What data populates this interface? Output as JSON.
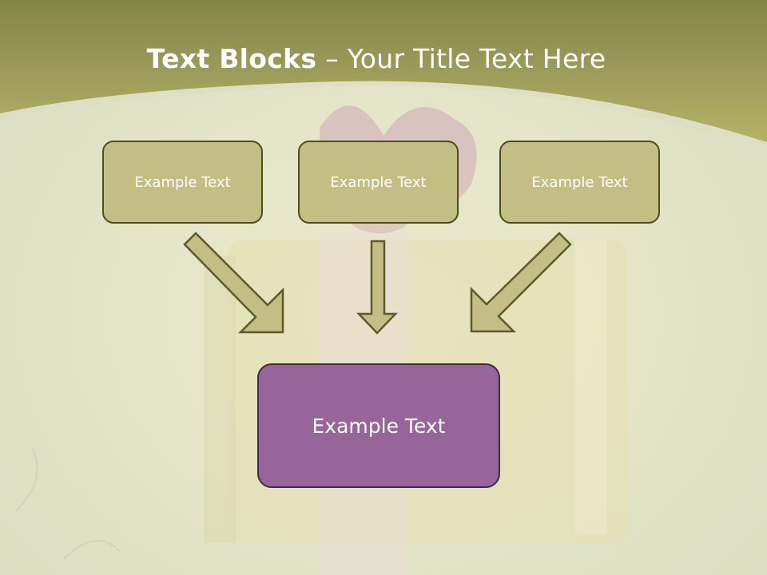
{
  "title": {
    "bold": "Text Blocks",
    "separator": " – ",
    "normal": "Your Title Text Here"
  },
  "blocks": [
    {
      "label": "Example Text"
    },
    {
      "label": "Example Text"
    },
    {
      "label": "Example Text"
    }
  ],
  "main_block": {
    "label": "Example Text"
  },
  "colors": {
    "header": "#8f8f4a",
    "header_light": "#b8b56a",
    "block_fill": "#c3bf84",
    "block_border": "#4e4c1c",
    "main_fill": "#97659a",
    "arrow_fill": "#c3bf84"
  }
}
